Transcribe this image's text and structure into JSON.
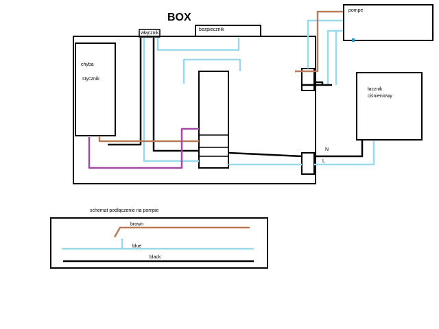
{
  "diagram": {
    "title": "BOX",
    "labels": {
      "switch": "włącznik",
      "fuse": "bezpiecznik",
      "contactor_line1": "chyba",
      "contactor_line2": "stycznik",
      "pump": "pompe",
      "pressure_switch_line1": "łacznik",
      "pressure_switch_line2": "ciśnieniowy",
      "neutral": "N",
      "live": "L",
      "pump_schema_title": "schemat podłączenie na pompie",
      "wire_brown": "brown",
      "wire_blue": "blue",
      "wire_black": "black"
    },
    "wire_colors": {
      "brown": "#b97a57",
      "blue": "#99d9ea",
      "black": "#000000",
      "purple": "#a349a4"
    }
  }
}
